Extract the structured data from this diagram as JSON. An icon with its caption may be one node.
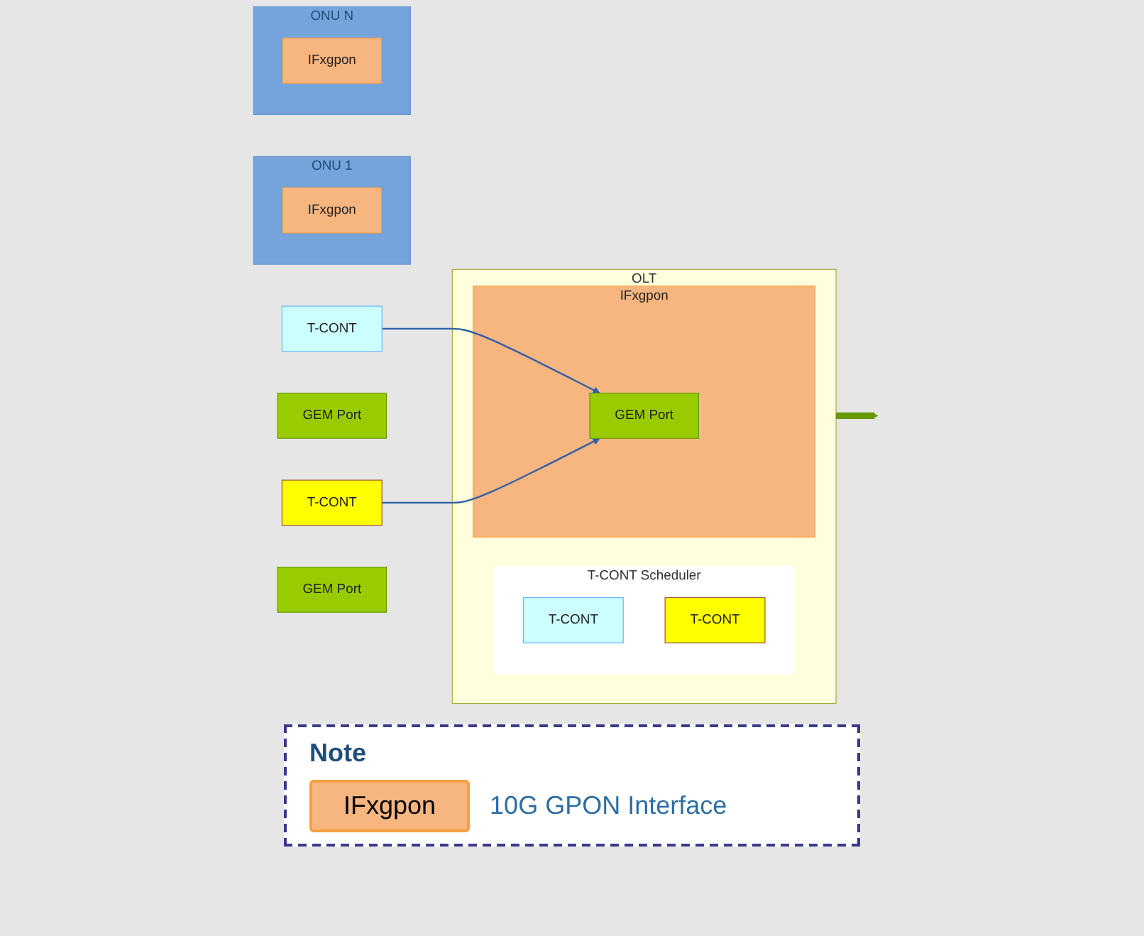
{
  "diagram": {
    "nodes": [
      {
        "text": [
          "OLT"
        ]
      },
      {
        "text": [
          "T-CONT Scheduler"
        ],
        "in": 0
      },
      {
        "text": [
          "T-CONT"
        ],
        "in": 1
      },
      {
        "text": [
          "T-CONT"
        ],
        "in": 1
      },
      {
        "text": [
          "IFxgpon"
        ],
        "in": 0
      },
      {
        "text": [
          "GEM Port"
        ],
        "in": 4
      },
      {
        "text": [
          "T-CONT"
        ]
      },
      {
        "text": [
          "GEM Port"
        ]
      },
      {
        "text": [
          "ONU 1"
        ]
      },
      {
        "text": [
          "IFxgpon"
        ],
        "in": 8
      },
      {
        "text": [
          "T-CONT"
        ]
      },
      {
        "text": [
          "GEM Port"
        ]
      },
      {
        "text": [
          "ONU N"
        ]
      },
      {
        "text": [
          "IFxgpon"
        ],
        "in": 12
      }
    ],
    "edges": [
      {
        "from": 0,
        "to": null,
        "arrow": "to",
        "style": "thick",
        "color": "#669900"
      },
      {
        "from": 6,
        "to": 5,
        "arrow": "to"
      },
      {
        "from": 10,
        "to": 5,
        "arrow": "to"
      }
    ],
    "labels": [
      "Note",
      "IFxgpon"
    ],
    "legend": [
      {
        "text": "10G GPON Interface",
        "color": "#f7b57f"
      }
    ]
  }
}
